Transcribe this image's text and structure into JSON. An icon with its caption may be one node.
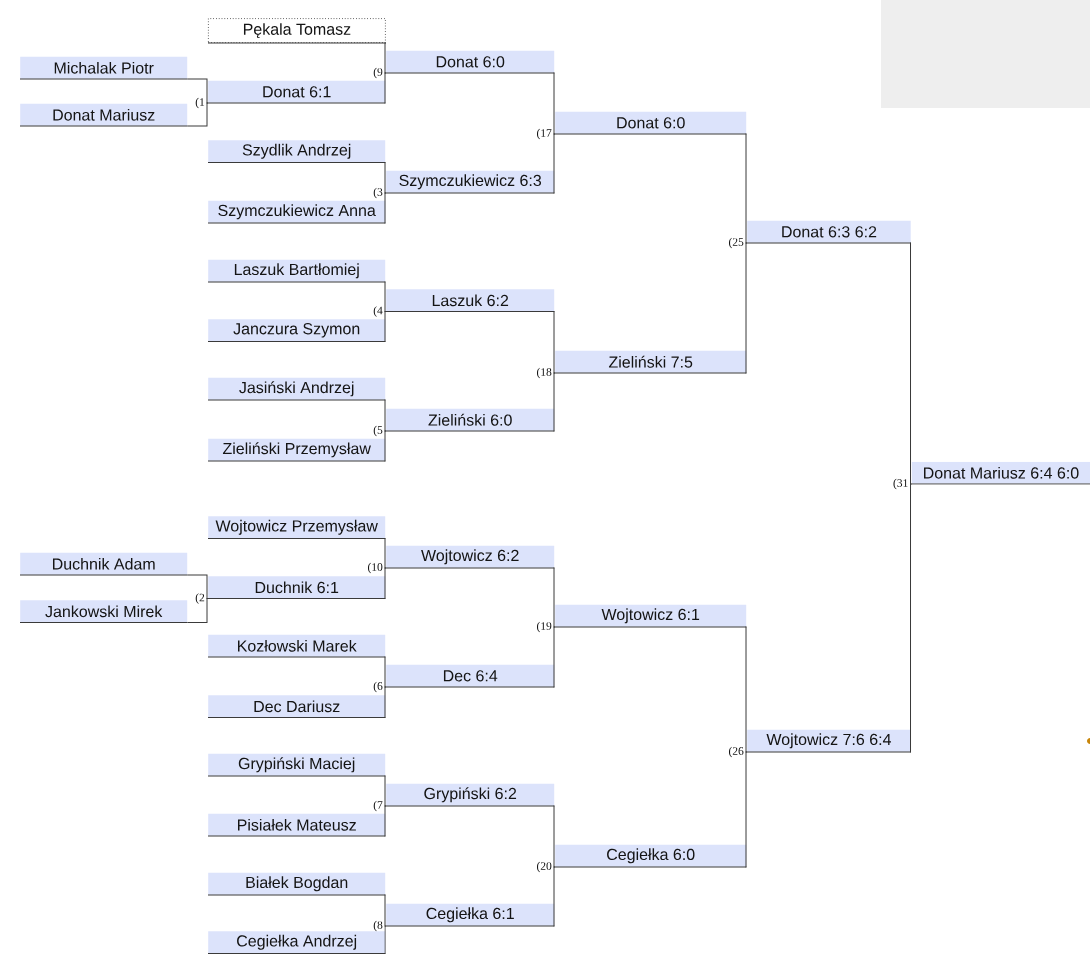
{
  "diagram": {
    "nodes": [
      {
        "text": [
          "Michalak Piotr"
        ]
      },
      {
        "text": [
          "Donat Mariusz"
        ]
      },
      {
        "text": [
          "Duchnik Adam"
        ]
      },
      {
        "text": [
          "Jankowski Mirek"
        ]
      },
      {
        "text": [
          "Pękala Tomasz"
        ]
      },
      {
        "text": [
          "Donat 6:1"
        ],
        "beside": [
          "(1"
        ]
      },
      {
        "text": [
          "Szydlik Andrzej"
        ]
      },
      {
        "text": [
          "Szymczukiewicz Anna"
        ]
      },
      {
        "text": [
          "Laszuk Bartłomiej"
        ]
      },
      {
        "text": [
          "Janczura Szymon"
        ]
      },
      {
        "text": [
          "Jasiński Andrzej"
        ]
      },
      {
        "text": [
          "Zieliński Przemysław"
        ]
      },
      {
        "text": [
          "Wojtowicz Przemysław"
        ]
      },
      {
        "text": [
          "Duchnik 6:1"
        ],
        "beside": [
          "(2"
        ]
      },
      {
        "text": [
          "Kozłowski Marek"
        ]
      },
      {
        "text": [
          "Dec Dariusz"
        ]
      },
      {
        "text": [
          "Grypiński Maciej"
        ]
      },
      {
        "text": [
          "Pisiałek Mateusz"
        ]
      },
      {
        "text": [
          "Białek Bogdan"
        ]
      },
      {
        "text": [
          "Cegiełka Andrzej"
        ]
      },
      {
        "text": [
          "Donat 6:0"
        ],
        "beside": [
          "(9"
        ]
      },
      {
        "text": [
          "Szymczukiewicz 6:3"
        ],
        "beside": [
          "(3"
        ]
      },
      {
        "text": [
          "Laszuk 6:2"
        ],
        "beside": [
          "(4"
        ]
      },
      {
        "text": [
          "Zieliński 6:0"
        ],
        "beside": [
          "(5"
        ]
      },
      {
        "text": [
          "Wojtowicz 6:2"
        ],
        "beside": [
          "(10"
        ]
      },
      {
        "text": [
          "Dec 6:4"
        ],
        "beside": [
          "(6"
        ]
      },
      {
        "text": [
          "Grypiński 6:2"
        ],
        "beside": [
          "(7"
        ]
      },
      {
        "text": [
          "Cegiełka 6:1"
        ],
        "beside": [
          "(8"
        ]
      },
      {
        "text": [
          "Donat 6:0"
        ],
        "beside": [
          "(17"
        ]
      },
      {
        "text": [
          "Zieliński 7:5"
        ],
        "beside": [
          "(18"
        ]
      },
      {
        "text": [
          "Wojtowicz 6:1"
        ],
        "beside": [
          "(19"
        ]
      },
      {
        "text": [
          "Cegiełka 6:0"
        ],
        "beside": [
          "(20"
        ]
      },
      {
        "text": [
          "Donat 6:3 6:2"
        ],
        "beside": [
          "(25"
        ]
      },
      {
        "text": [
          "Wojtowicz 7:6 6:4"
        ],
        "beside": [
          "(26"
        ]
      },
      {
        "text": [
          "Donat Mariusz 6:4 6:0"
        ],
        "beside": [
          "(31"
        ]
      }
    ],
    "edges": [
      {
        "from": 0,
        "to": 5,
        "arrow": "none"
      },
      {
        "from": 1,
        "to": 5,
        "arrow": "none"
      },
      {
        "from": 2,
        "to": 13,
        "arrow": "none"
      },
      {
        "from": 3,
        "to": 13,
        "arrow": "none"
      },
      {
        "from": 4,
        "to": 20,
        "arrow": "none"
      },
      {
        "from": 5,
        "to": 20,
        "arrow": "none"
      },
      {
        "from": 6,
        "to": 21,
        "arrow": "none"
      },
      {
        "from": 7,
        "to": 21,
        "arrow": "none"
      },
      {
        "from": 8,
        "to": 22,
        "arrow": "none"
      },
      {
        "from": 9,
        "to": 22,
        "arrow": "none"
      },
      {
        "from": 10,
        "to": 23,
        "arrow": "none"
      },
      {
        "from": 11,
        "to": 23,
        "arrow": "none"
      },
      {
        "from": 12,
        "to": 24,
        "arrow": "none"
      },
      {
        "from": 13,
        "to": 24,
        "arrow": "none"
      },
      {
        "from": 14,
        "to": 25,
        "arrow": "none"
      },
      {
        "from": 15,
        "to": 25,
        "arrow": "none"
      },
      {
        "from": 16,
        "to": 26,
        "arrow": "none"
      },
      {
        "from": 17,
        "to": 26,
        "arrow": "none"
      },
      {
        "from": 18,
        "to": 27,
        "arrow": "none"
      },
      {
        "from": 19,
        "to": 27,
        "arrow": "none"
      },
      {
        "from": 20,
        "to": 28,
        "arrow": "none"
      },
      {
        "from": 21,
        "to": 28,
        "arrow": "none"
      },
      {
        "from": 22,
        "to": 29,
        "arrow": "none"
      },
      {
        "from": 23,
        "to": 29,
        "arrow": "none"
      },
      {
        "from": 24,
        "to": 30,
        "arrow": "none"
      },
      {
        "from": 25,
        "to": 30,
        "arrow": "none"
      },
      {
        "from": 26,
        "to": 31,
        "arrow": "none"
      },
      {
        "from": 27,
        "to": 31,
        "arrow": "none"
      },
      {
        "from": 28,
        "to": 32,
        "arrow": "none"
      },
      {
        "from": 29,
        "to": 32,
        "arrow": "none"
      },
      {
        "from": 30,
        "to": 33,
        "arrow": "none"
      },
      {
        "from": 31,
        "to": 33,
        "arrow": "none"
      },
      {
        "from": 32,
        "to": 34,
        "arrow": "none"
      },
      {
        "from": 33,
        "to": 34,
        "arrow": "none"
      }
    ]
  }
}
